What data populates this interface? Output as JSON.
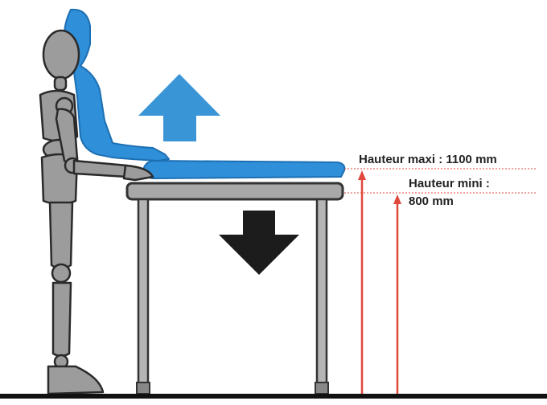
{
  "labels": {
    "max_height": "Hauteur maxi : 1100 mm",
    "min_height_line1": "Hauteur mini :",
    "min_height_line2": "800 mm"
  },
  "colors": {
    "raised_silhouette": "#2f8fd8",
    "up_arrow": "#3a95d6",
    "down_arrow": "#1c1c1c",
    "table_gray": "#a8a8a8",
    "figure_gray": "#9c9c9c",
    "measure_red": "#e0483c",
    "floor": "#111111"
  },
  "icons": {
    "up": "arrow-up-icon",
    "down": "arrow-down-icon"
  }
}
